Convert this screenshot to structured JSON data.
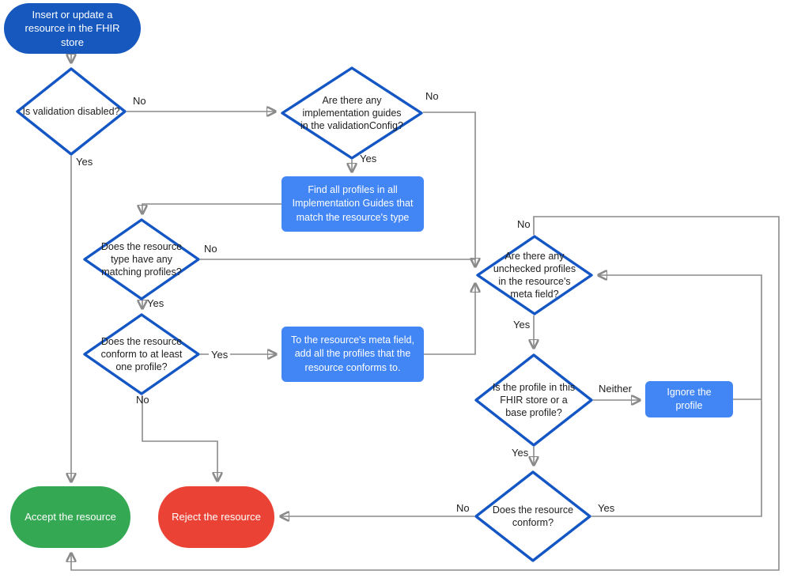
{
  "colors": {
    "start_fill": "#1658be",
    "process_fill": "#4285f4",
    "diamond_stroke": "#1356c4",
    "accept_fill": "#34a853",
    "reject_fill": "#ea4335",
    "connector": "#8a8a8a",
    "arrow": "#5f6368",
    "text_dark": "#212121",
    "text_light": "#ffffff"
  },
  "nodes": {
    "start": {
      "label": "Insert or update a resource in the FHIR store"
    },
    "validation_disabled": {
      "label": "Is validation disabled?"
    },
    "implementation_guides": {
      "label": "Are there any implementation guides in the validationConfig?"
    },
    "find_profiles": {
      "label": "Find all profiles in all Implementation Guides that match the resource's type"
    },
    "matching_profiles": {
      "label": "Does the resource type have any matching profiles?"
    },
    "conform_one_profile": {
      "label": "Does the resource conform to at least one profile?"
    },
    "add_profiles": {
      "label": "To the resource's meta field, add all the profiles that the resource conforms to."
    },
    "unchecked_profiles": {
      "label": "Are there any unchecked profiles in the resource's meta field?"
    },
    "profile_in_store": {
      "label": "Is the profile in this FHIR store or a base profile?"
    },
    "ignore_profile": {
      "label": "Ignore the profile"
    },
    "resource_conform": {
      "label": "Does the resource conform?"
    },
    "accept": {
      "label": "Accept the resource"
    },
    "reject": {
      "label": "Reject the resource"
    }
  },
  "edge_labels": {
    "validation_no": "No",
    "validation_yes": "Yes",
    "guides_no": "No",
    "guides_yes": "Yes",
    "matching_no": "No",
    "matching_yes": "Yes",
    "conform_one_yes": "Yes",
    "conform_one_no": "No",
    "unchecked_no": "No",
    "unchecked_yes": "Yes",
    "profile_neither": "Neither",
    "profile_yes": "Yes",
    "conform_no": "No",
    "conform_yes": "Yes"
  }
}
